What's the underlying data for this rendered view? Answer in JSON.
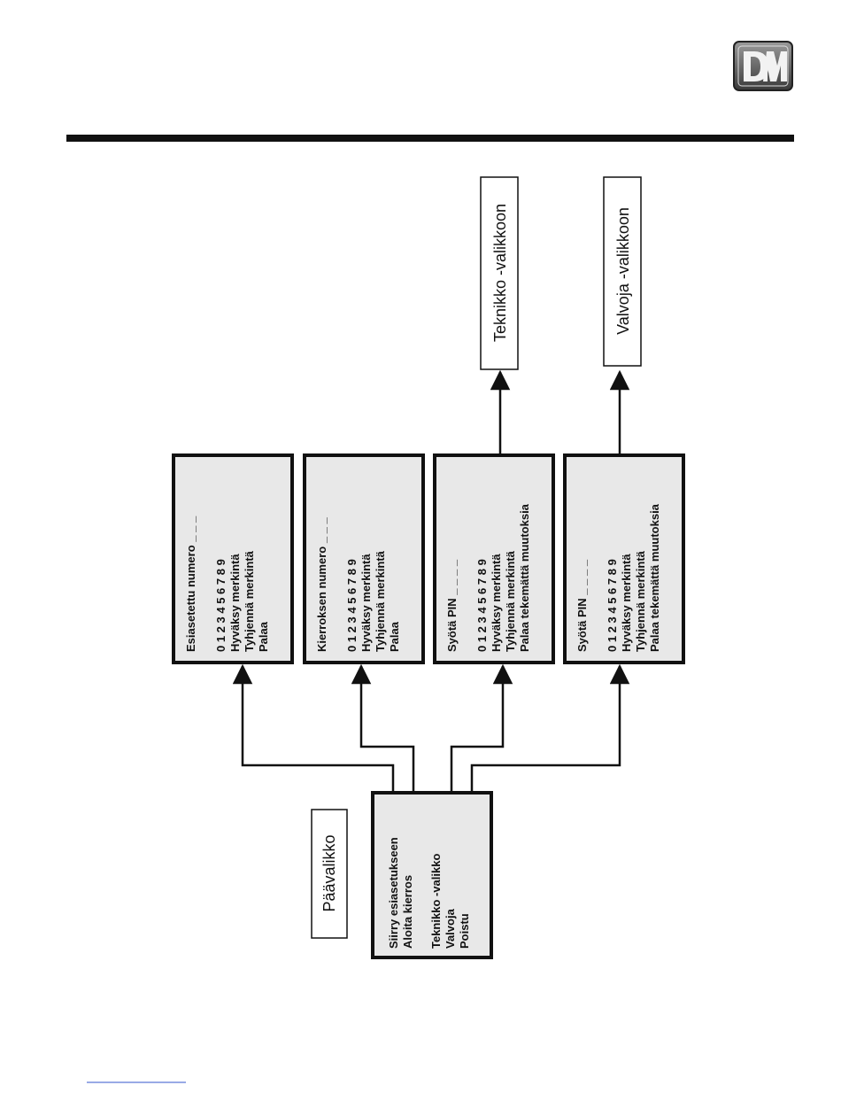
{
  "logo": {
    "text": "DM",
    "icon": "dm-logo-icon"
  },
  "main_menu": {
    "title": "Päävalikko",
    "lines": [
      "Siirry esiasetukseen",
      "Aloita kierros",
      "",
      "Teknikko -valikko",
      "Valvoja",
      "Poistu"
    ]
  },
  "menus": [
    {
      "id": "preset",
      "lines": [
        "Esiasetettu numero _ _ _",
        "",
        "0 1 2 3 4 5 6 7 8 9",
        "Hyväksy merkintä",
        "Tyhjennä merkintä",
        "Palaa"
      ]
    },
    {
      "id": "round",
      "lines": [
        "Kierroksen numero _ _ _",
        "",
        "0 1 2 3 4 5 6 7 8 9",
        "Hyväksy merkintä",
        "Tyhjennä merkintä",
        "Palaa"
      ]
    },
    {
      "id": "technician-pin",
      "lines": [
        "Syötä PIN _ _ _ _",
        "",
        "0 1 2 3 4 5 6 7 8 9",
        "Hyväksy merkintä",
        "Tyhjennä merkintä",
        "Palaa tekemättä muutoksia"
      ]
    },
    {
      "id": "supervisor-pin",
      "lines": [
        "Syötä PIN _ _ _ _",
        "",
        "0 1 2 3 4 5 6 7 8 9",
        "Hyväksy merkintä",
        "Tyhjennä merkintä",
        "Palaa tekemättä muutoksia"
      ]
    }
  ],
  "destinations": [
    {
      "id": "technician",
      "label": "Teknikko -valikkoon"
    },
    {
      "id": "supervisor",
      "label": "Valvoja -valikkoon"
    }
  ],
  "colors": {
    "box_fill": "#e8e8e8",
    "line": "#111111"
  }
}
